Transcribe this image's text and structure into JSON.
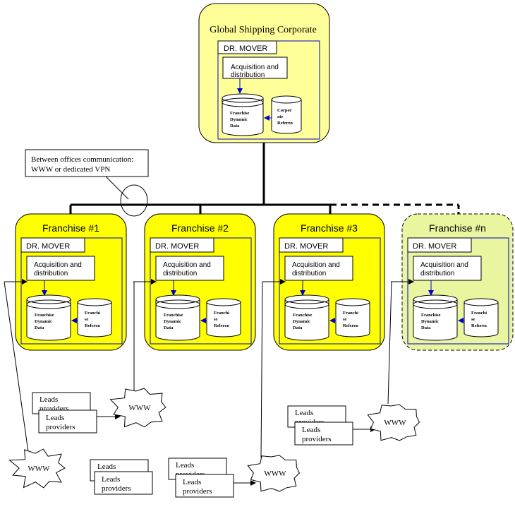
{
  "corporate": {
    "title": "Global Shipping Corporate",
    "dr_mover": "DR. MOVER",
    "acq_line1": "Acquisition and",
    "acq_line2": "distribution",
    "db_dynamic": [
      "Franchise",
      "Dynamic",
      "Data"
    ],
    "db_ref": [
      "Corpor",
      "ate",
      "Referen"
    ]
  },
  "callout": {
    "line1": "Between offices communication:",
    "line2": "WWW or dedicated VPN"
  },
  "franchises": [
    {
      "title": "Franchise #1",
      "dr_mover": "DR. MOVER",
      "acq_line1": "Acquisition and",
      "acq_line2": "distribution",
      "db_dynamic": [
        "Franchise",
        "Dynamic",
        "Data"
      ],
      "db_ref": [
        "Franchi",
        "se",
        "Referen"
      ]
    },
    {
      "title": "Franchise #2",
      "dr_mover": "DR. MOVER",
      "acq_line1": "Acquisition and",
      "acq_line2": "distribution",
      "db_dynamic": [
        "Franchise",
        "Dynamic",
        "Data"
      ],
      "db_ref": [
        "Franchi",
        "se",
        "Referen"
      ]
    },
    {
      "title": "Franchise #3",
      "dr_mover": "DR. MOVER",
      "acq_line1": "Acquisition and",
      "acq_line2": "distribution",
      "db_dynamic": [
        "Franchise",
        "Dynamic",
        "Data"
      ],
      "db_ref": [
        "Franchi",
        "se",
        "Referen"
      ]
    },
    {
      "title": "Franchise #n",
      "dr_mover": "DR. MOVER",
      "acq_line1": "Acquisition and",
      "acq_line2": "distribution",
      "db_dynamic": [
        "Franchise",
        "Dynamic",
        "Data"
      ],
      "db_ref": [
        "Franchi",
        "se",
        "Referen"
      ]
    }
  ],
  "leads": {
    "line1": "Leads",
    "line2": "providers",
    "back_line2": "providers"
  },
  "www": "WWW",
  "colors": {
    "yellow": "#ffff00",
    "corporate_fill": "#ffff99",
    "franchise_n_fill": "#eaf5a0",
    "border": "#000000",
    "blue": "#0000cc"
  }
}
